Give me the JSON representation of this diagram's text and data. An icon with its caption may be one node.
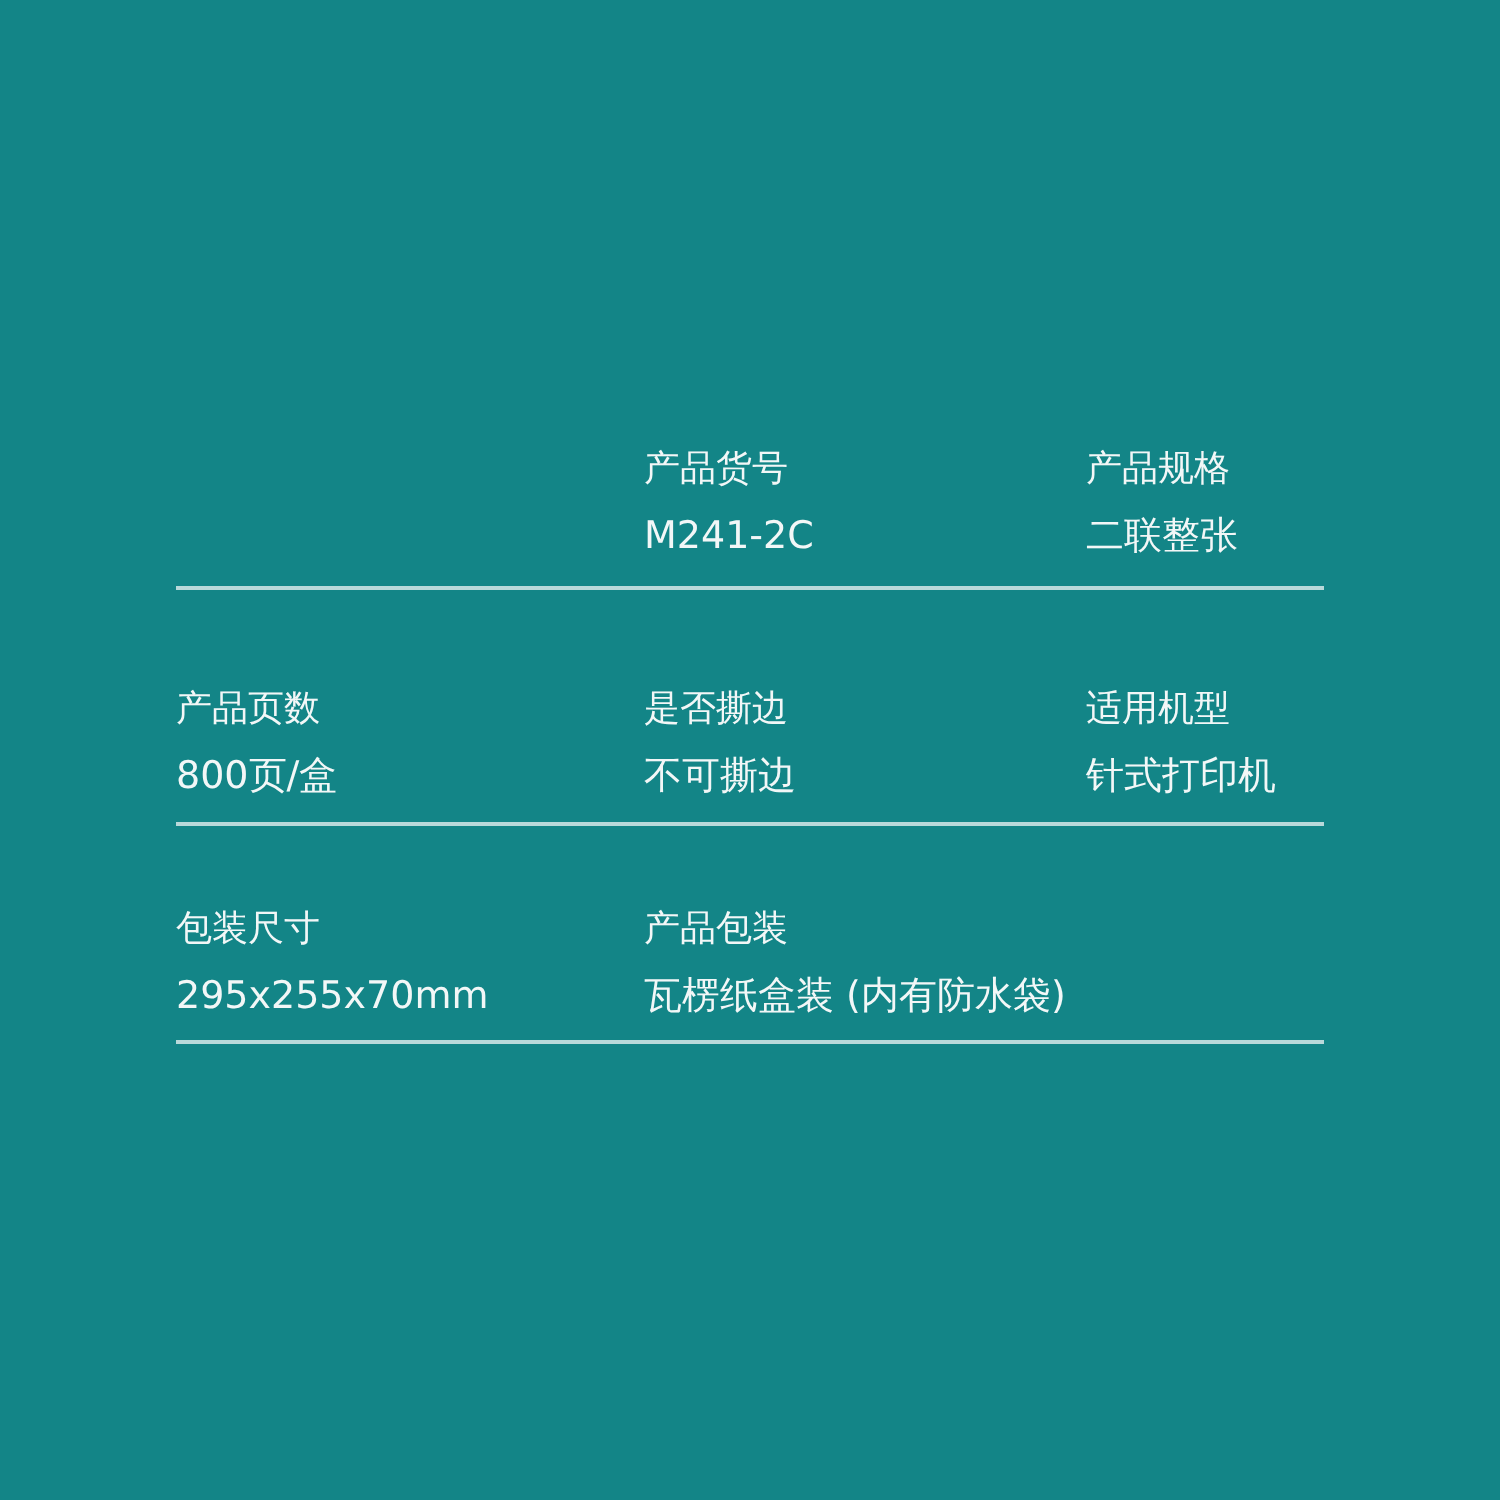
{
  "diagram": {
    "labels": [
      "产品货号",
      "M241-2C",
      "产品规格",
      "二联整张",
      "产品页数",
      "800页/盒",
      "是否撕边",
      "不可撕边",
      "适用机型",
      "针式打印机",
      "包装尺寸",
      "295x255x70mm",
      "产品包装",
      "瓦楞纸盒装 (内有防水袋)"
    ]
  }
}
